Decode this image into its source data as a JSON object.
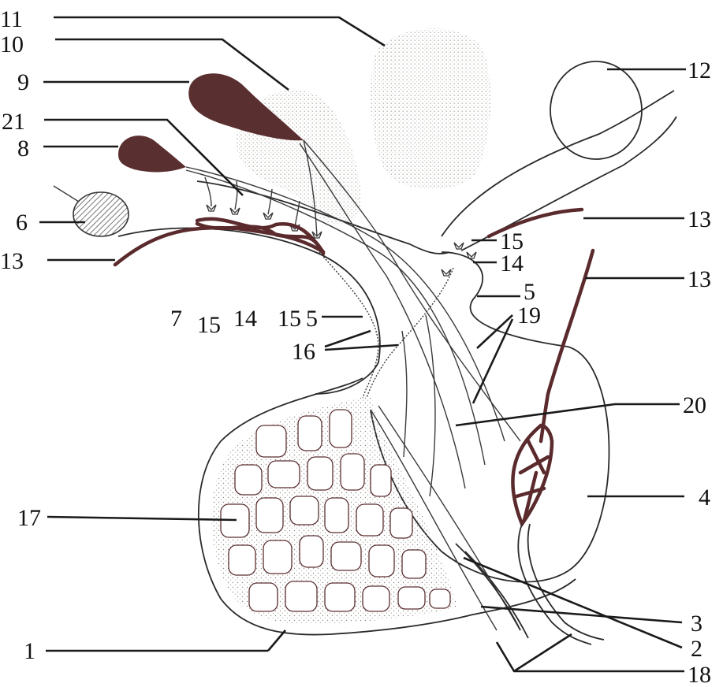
{
  "labels": {
    "l1": "1",
    "l2": "2",
    "l3": "3",
    "l4": "4",
    "l5a": "5",
    "l5b": "5",
    "l6": "6",
    "l7": "7",
    "l8": "8",
    "l9": "9",
    "l10": "10",
    "l11": "11",
    "l12": "12",
    "l13a": "13",
    "l13b": "13",
    "l13c": "13",
    "l14a": "14",
    "l14b": "14",
    "l15a": "15",
    "l15b": "15",
    "l15c": "15",
    "l16": "16",
    "l17": "17",
    "l18": "18",
    "l19": "19",
    "l20": "20",
    "l21": "21"
  },
  "colors": {
    "nucleus": "#5a2f30",
    "vessel": "#5a2a2c",
    "stipple": "#b9b6b0",
    "hatch": "#555555",
    "line": "#1a1a1a"
  }
}
